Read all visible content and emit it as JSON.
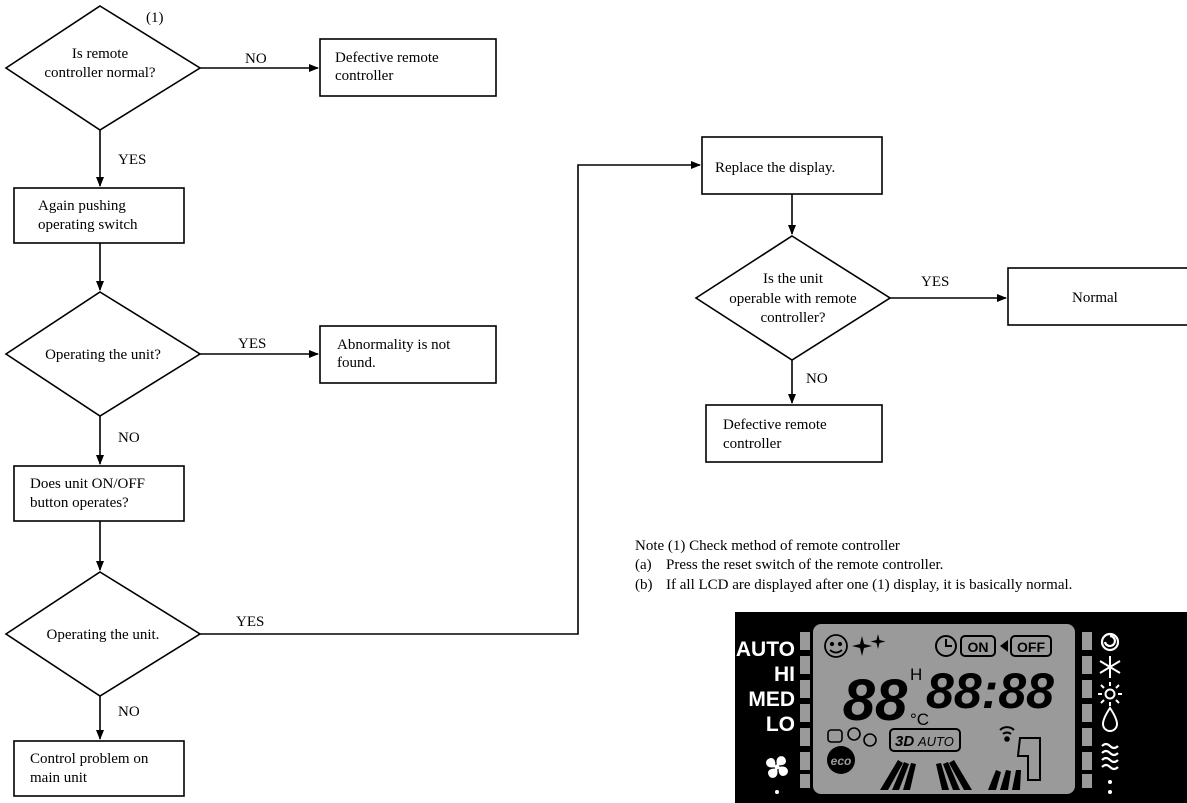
{
  "flowchart": {
    "d1": {
      "lines": [
        "Is remote",
        "controller normal?"
      ],
      "ref": "(1)"
    },
    "no1": "NO",
    "box_defective_1": {
      "lines": [
        "Defective remote",
        "controller"
      ]
    },
    "yes1": "YES",
    "box_again": {
      "lines": [
        "Again pushing",
        "operating switch"
      ]
    },
    "d2": {
      "lines": [
        "Operating the unit?"
      ]
    },
    "yes2": "YES",
    "box_abnormal": {
      "lines": [
        "Abnormality is not",
        "found."
      ]
    },
    "no2": "NO",
    "box_onoff": {
      "lines": [
        "Does unit ON/OFF",
        "button operates?"
      ]
    },
    "d3": {
      "lines": [
        "Operating the unit."
      ]
    },
    "yes3": "YES",
    "no3": "NO",
    "box_control": {
      "lines": [
        "Control problem on",
        "main unit"
      ]
    },
    "box_replace": {
      "lines": [
        "Replace the display."
      ]
    },
    "d4": {
      "lines": [
        "Is the unit",
        "operable with remote",
        "controller?"
      ]
    },
    "yes4": "YES",
    "box_normal": {
      "lines": [
        "Normal"
      ]
    },
    "no4": "NO",
    "box_defective_2": {
      "lines": [
        "Defective remote",
        "controller"
      ]
    }
  },
  "note": {
    "title": "Note (1) Check method of remote controller",
    "a_label": "(a)",
    "a_text": "Press the reset switch of the remote controller.",
    "b_label": "(b)",
    "b_text": "If all LCD are displayed after one (1) display, it is basically normal."
  },
  "lcd": {
    "speeds": [
      "AUTO",
      "HI",
      "MED",
      "LO"
    ],
    "on_label": "ON",
    "off_label": "OFF",
    "temp_digits": "88",
    "time_digits": "88:88",
    "h_label": "H",
    "c_label": "°C",
    "auto3d_a": "3D",
    "auto3d_b": "AUTO",
    "eco_label": "eco",
    "colors": {
      "background": "#000000",
      "panel": "#9a9a9a",
      "segment": "#000000",
      "text": "#ffffff"
    },
    "icons": [
      "face-icon",
      "sparkle-icon",
      "clock-icon",
      "arrow-icon",
      "fan-icon",
      "swirl-icon",
      "snowflake-icon",
      "sun-icon",
      "drop-icon",
      "wave-icon",
      "signal-icon",
      "louver-icon"
    ]
  }
}
